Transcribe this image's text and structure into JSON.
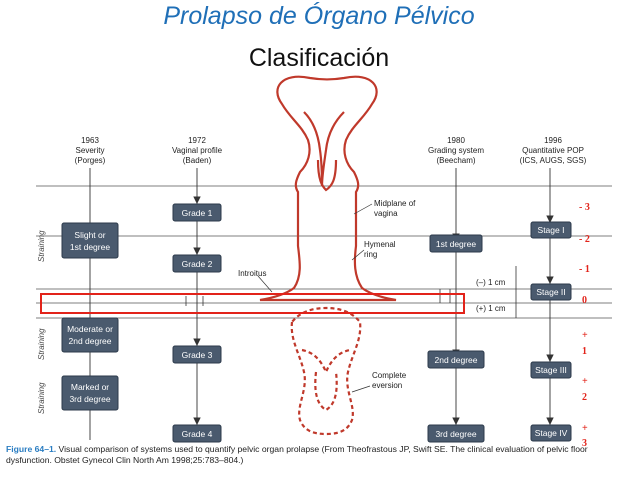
{
  "title": "Prolapso de Órgano Pélvico",
  "subtitle": "Clasificación",
  "columns": [
    {
      "year": "1963",
      "line1": "Severity",
      "line2": "(Porges)"
    },
    {
      "year": "1972",
      "line1": "Vaginal profile",
      "line2": "(Baden)"
    },
    {
      "year": "1980",
      "line1": "Grading system",
      "line2": "(Beecham)"
    },
    {
      "year": "1996",
      "line1": "Quantitative POP",
      "line2": "(ICS, AUGS, SGS)"
    }
  ],
  "porges": {
    "slight": [
      "Slight or",
      "1st degree"
    ],
    "moderate": [
      "Moderate or",
      "2nd degree"
    ],
    "marked": [
      "Marked or",
      "3rd degree"
    ]
  },
  "baden": [
    "Grade 1",
    "Grade 2",
    "Grade 3",
    "Grade 4"
  ],
  "beecham": [
    "1st degree",
    "2nd degree",
    "3rd degree"
  ],
  "pop": [
    "Stage I",
    "Stage II",
    "Stage III",
    "Stage IV"
  ],
  "straining": "Straining",
  "anatomy": {
    "midplane": [
      "Midplane of",
      "vagina"
    ],
    "hymenal": [
      "Hymenal",
      "ring"
    ],
    "introitus": "Introitus",
    "minus_cm": "(–) 1 cm",
    "plus_cm": "(+) 1 cm",
    "complete": [
      "Complete",
      "eversion"
    ]
  },
  "red_scale": [
    {
      "sign": "- 3"
    },
    {
      "sign": "- 2"
    },
    {
      "sign": "- 1"
    },
    {
      "sign": "0"
    },
    {
      "sign": "+",
      "num": "1"
    },
    {
      "sign": "+",
      "num": "2"
    },
    {
      "sign": "+",
      "num": "3"
    }
  ],
  "caption": {
    "figure": "Figure 64–1.",
    "text": " Visual comparison of systems used to quantify pelvic organ prolapse (From Theofrastous JP, Swift SE. The clinical evaluation of pelvic floor dysfunction. Obstet Gynecol Clin North Am 1998;25:783–804.)"
  },
  "colors": {
    "title": "#1f6fb7",
    "box": "#4a5a6e",
    "highlight": "#e2231a",
    "organ": "#c0392b"
  }
}
